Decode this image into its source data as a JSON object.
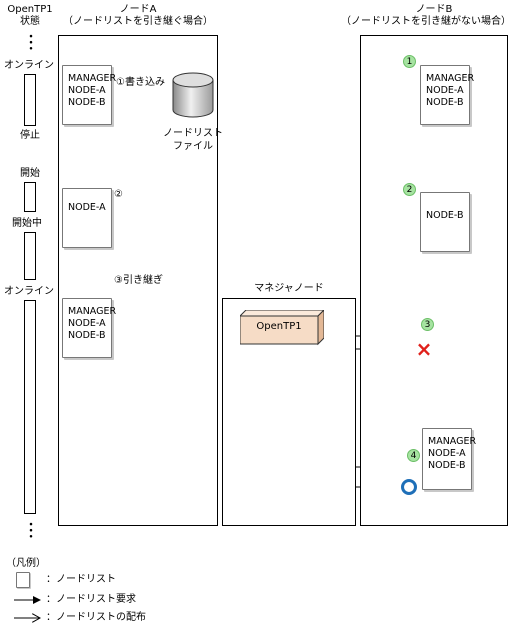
{
  "left_axis": {
    "title": [
      "OpenTP1",
      "状態"
    ],
    "states": {
      "online1": "オンライン",
      "stop": "停止",
      "start": "開始",
      "starting": "開始中",
      "online2": "オンライン"
    }
  },
  "node_a": {
    "title_line1": "ノードA",
    "title_line2": "（ノードリストを引き継ぐ場合）",
    "doc1": [
      "MANAGER",
      "NODE-A",
      "NODE-B"
    ],
    "doc2": [
      "NODE-A"
    ],
    "doc3": [
      "MANAGER",
      "NODE-A",
      "NODE-B"
    ],
    "step1": "①書き込み",
    "step2": "②",
    "step3": "③引き継ぎ",
    "file_label": [
      "ノードリスト",
      "ファイル"
    ]
  },
  "manager_node": {
    "title": "マネジャノード",
    "process": "OpenTP1"
  },
  "node_b": {
    "title_line1": "ノードB",
    "title_line2": "（ノードリストを引き継がない場合）",
    "doc1": [
      "MANAGER",
      "NODE-A",
      "NODE-B"
    ],
    "doc2": [
      "NODE-B"
    ],
    "doc4": [
      "MANAGER",
      "NODE-A",
      "NODE-B"
    ],
    "badges": [
      "1",
      "2",
      "3",
      "4"
    ],
    "result_fail": "×",
    "result_ok": "○"
  },
  "legend": {
    "title": "（凡例）",
    "doc": "：ノードリスト",
    "request": "：ノードリスト要求",
    "distribute": "：ノードリストの配布"
  },
  "colors": {
    "badge_fill": "#a6e3a1",
    "fail_mark": "#e0201b",
    "ok_mark": "#1e6fb8",
    "process_fill": "#f6dcc6"
  }
}
